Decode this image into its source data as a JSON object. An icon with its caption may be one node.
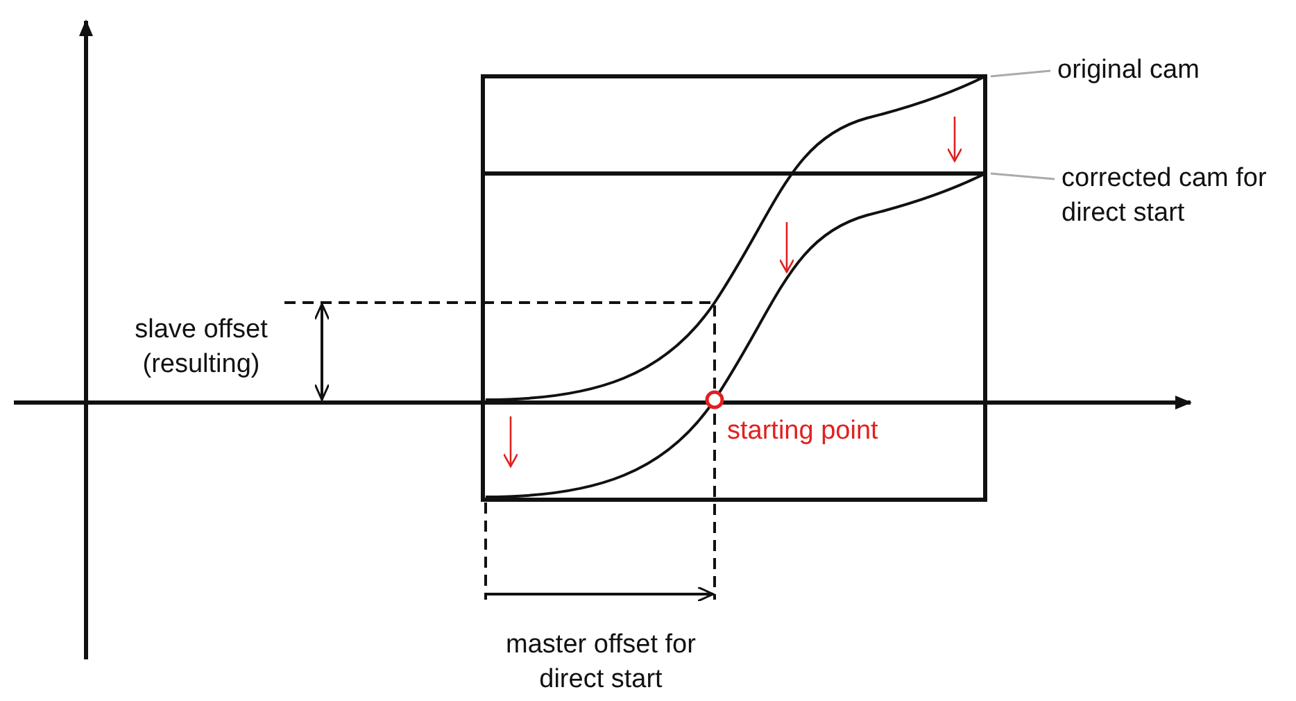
{
  "diagram": {
    "nodes": [
      {
        "text": [
          "original cam"
        ]
      },
      {
        "text": [
          "corrected cam for direct start"
        ]
      }
    ],
    "edges": [
      {
        "from": 0,
        "to": null,
        "arrow": "none"
      },
      {
        "from": 1,
        "to": null,
        "arrow": "none"
      }
    ],
    "labels": [
      "slave offset (resulting)",
      "starting point",
      "master offset for direct start"
    ]
  }
}
